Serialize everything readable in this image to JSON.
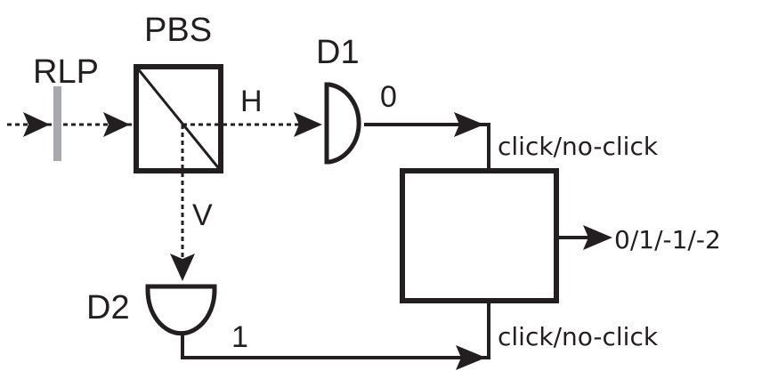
{
  "labels": {
    "pbs": "PBS",
    "rlp": "RLP",
    "d1": "D1",
    "d2": "D2",
    "h": "H",
    "v": "V",
    "zero": "0",
    "one": "1",
    "click_top": "click/no-click",
    "click_bottom": "click/no-click",
    "output": "0/1/-1/-2"
  },
  "colors": {
    "ink": "#231f20",
    "polarizer": "#a7a9ac"
  }
}
